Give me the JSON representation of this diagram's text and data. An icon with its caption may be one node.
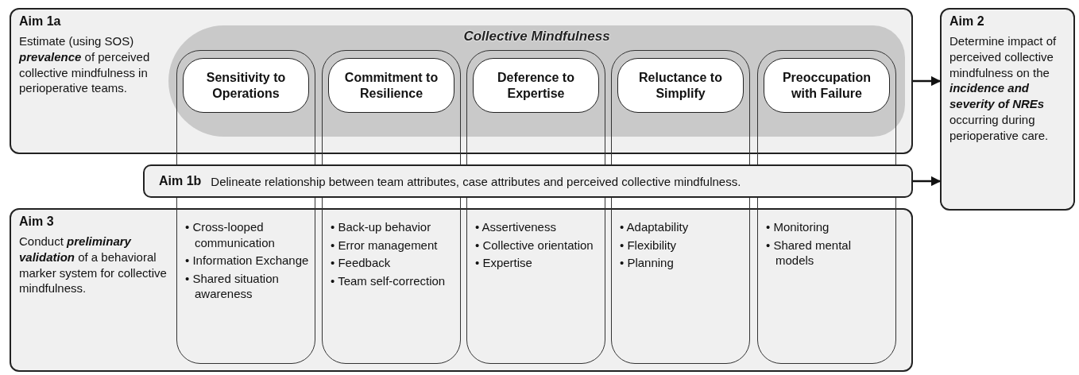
{
  "diagram": {
    "nodes": [
      {
        "text": [
          "Aim 1a",
          "Estimate (using SOS) **prevalence** of perceived collective mindfulness in perioperative teams."
        ]
      },
      {
        "text": [
          "Collective Mindfulness"
        ],
        "in": 0
      },
      {
        "text": [
          "• Cross-looped communication",
          "• Information Exchange",
          "• Shared situation awareness"
        ]
      },
      {
        "text": [
          "Sensitivity to Operations"
        ]
      },
      {
        "text": [
          "• Back-up behavior",
          "• Error management",
          "• Feedback",
          "• Team self-correction"
        ]
      },
      {
        "text": [
          "Commitment to Resilience"
        ]
      },
      {
        "text": [
          "• Assertiveness",
          "• Collective orientation",
          "• Expertise"
        ]
      },
      {
        "text": [
          "Deference to Expertise"
        ]
      },
      {
        "text": [
          "• Adaptability",
          "• Flexibility",
          "• Planning"
        ]
      },
      {
        "text": [
          "Reluctance to Simplify"
        ]
      },
      {
        "text": [
          "• Monitoring",
          "• Shared mental models"
        ]
      },
      {
        "text": [
          "Preoccupation with Failure"
        ]
      },
      {
        "text": [
          "Aim 1b",
          "Delineate relationship between team attributes, case attributes and perceived collective mindfulness."
        ]
      },
      {
        "text": [
          "Aim 3",
          "Conduct **preliminary validation** of a behavioral marker system for collective mindfulness."
        ]
      },
      {
        "text": [
          "Aim 2",
          "Determine impact of perceived collective mindfulness on the **incidence and severity of NREs** occurring during perioperative care."
        ]
      }
    ],
    "edges": [
      {
        "from": 0,
        "to": 14,
        "arrow": "to"
      },
      {
        "from": 12,
        "to": 14,
        "arrow": "to"
      }
    ]
  }
}
